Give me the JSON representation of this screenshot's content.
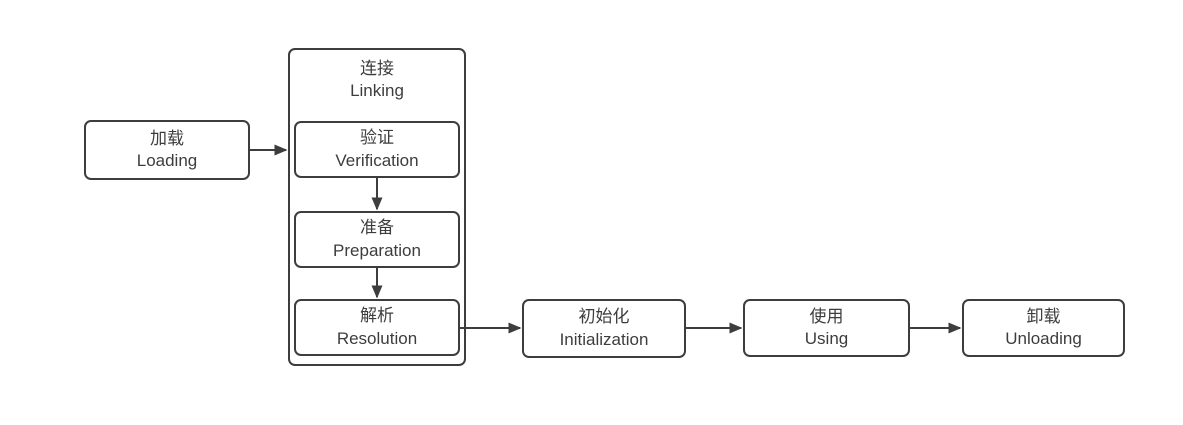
{
  "diagram": {
    "description": "Class lifecycle flow diagram (JVM class loading stages), bilingual Chinese/English labels",
    "nodes": {
      "loading": {
        "zh": "加载",
        "en": "Loading"
      },
      "linking": {
        "zh": "连接",
        "en": "Linking"
      },
      "verification": {
        "zh": "验证",
        "en": "Verification"
      },
      "preparation": {
        "zh": "准备",
        "en": "Preparation"
      },
      "resolution": {
        "zh": "解析",
        "en": "Resolution"
      },
      "initialization": {
        "zh": "初始化",
        "en": "Initialization"
      },
      "using": {
        "zh": "使用",
        "en": "Using"
      },
      "unloading": {
        "zh": "卸载",
        "en": "Unloading"
      }
    },
    "groups": {
      "linking_contains": [
        "verification",
        "preparation",
        "resolution"
      ]
    },
    "edges": [
      {
        "from": "loading",
        "to": "verification"
      },
      {
        "from": "verification",
        "to": "preparation"
      },
      {
        "from": "preparation",
        "to": "resolution"
      },
      {
        "from": "resolution",
        "to": "initialization"
      },
      {
        "from": "initialization",
        "to": "using"
      },
      {
        "from": "using",
        "to": "unloading"
      }
    ],
    "colors": {
      "line": "#3d3d3d",
      "text": "#3d3d3d",
      "node_fill": "#ffffff",
      "background": "#ffffff"
    }
  }
}
